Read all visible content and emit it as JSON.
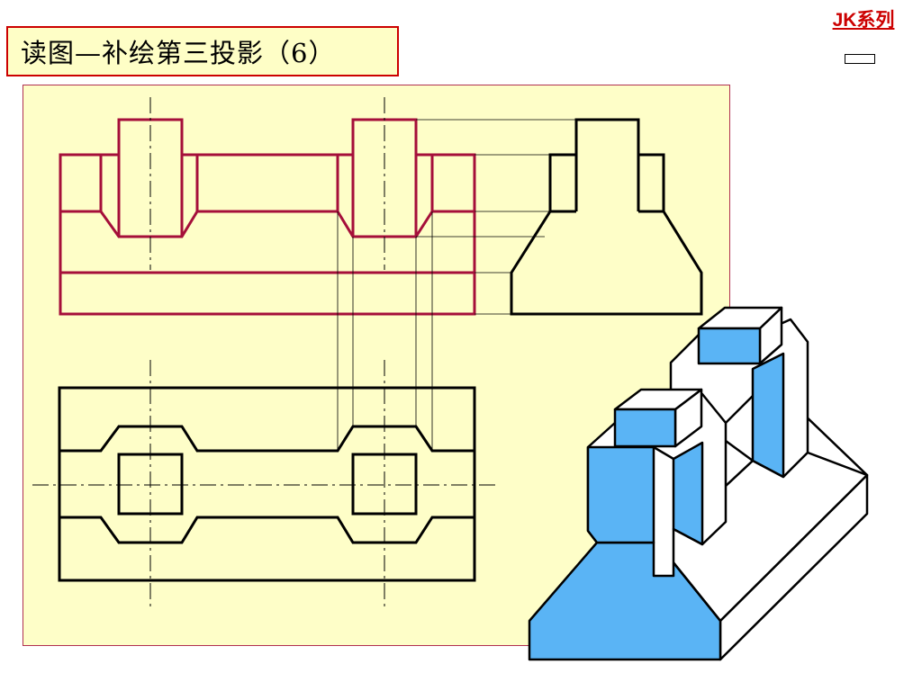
{
  "header": {
    "title": "读图—补绘第三投影（6）",
    "series_label": "JK系列"
  },
  "colors": {
    "panel_background": "#fefec8",
    "title_border": "#cc0000",
    "front_view_lines": "#a50f3a",
    "view_lines": "#000000",
    "model_face_blue": "#5ab4f5",
    "series_link": "#cc0000"
  },
  "figure": {
    "views": [
      "front-view",
      "top-view",
      "side-view",
      "isometric-model"
    ]
  }
}
